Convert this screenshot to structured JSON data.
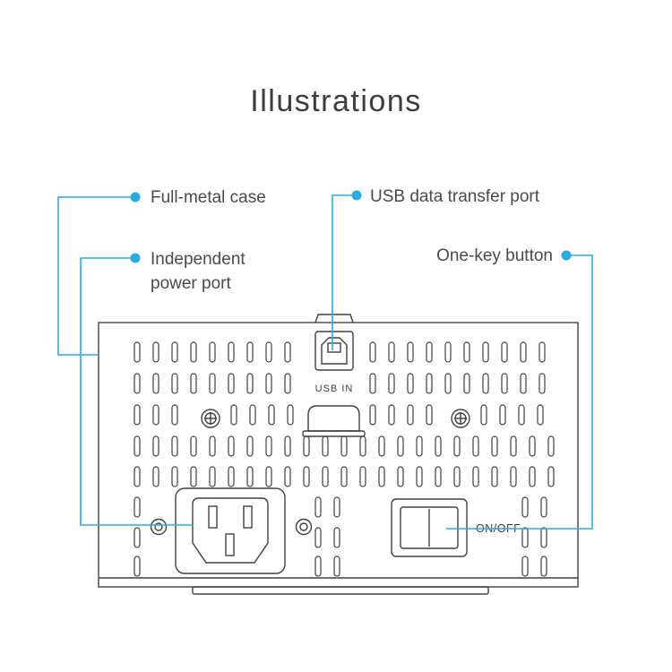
{
  "title": "Illustrations",
  "colors": {
    "accent": "#29abe2",
    "line": "#414141",
    "text": "#4a4a4a",
    "title": "#3d3d3d"
  },
  "callouts": {
    "full_metal": "Full-metal case",
    "usb": "USB data transfer port",
    "independent": "Independent\npower port",
    "one_key": "One-key button"
  },
  "device": {
    "usb_in": "USB IN",
    "on_off": "ON/OFF"
  }
}
